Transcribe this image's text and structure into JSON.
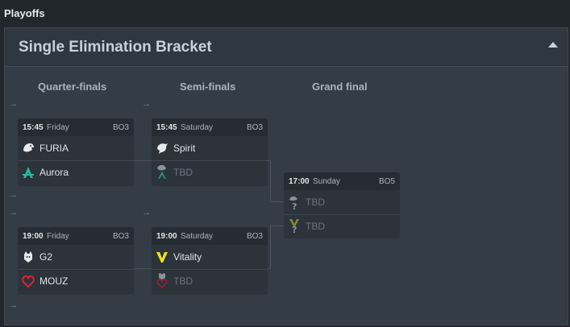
{
  "section_title": "Playoffs",
  "bracket_title": "Single Elimination Bracket",
  "rounds": [
    "Quarter-finals",
    "Semi-finals",
    "Grand final"
  ],
  "arrow_glyph": "→",
  "matches": [
    {
      "time": "15:45",
      "day": "Friday",
      "format": "BO3",
      "team1": "FURIA",
      "team2": "Aurora",
      "team1_icon": "furia-panther-icon",
      "team2_icon": "aurora-logo-icon"
    },
    {
      "time": "19:00",
      "day": "Friday",
      "format": "BO3",
      "team1": "G2",
      "team2": "MOUZ",
      "team1_icon": "g2-logo-icon",
      "team2_icon": "mouz-logo-icon"
    },
    {
      "time": "15:45",
      "day": "Saturday",
      "format": "BO3",
      "team1": "Spirit",
      "team2": "TBD",
      "team1_icon": "spirit-dragon-icon",
      "team2_icon": "tbd-logo-icon"
    },
    {
      "time": "19:00",
      "day": "Saturday",
      "format": "BO3",
      "team1": "Vitality",
      "team2": "TBD",
      "team1_icon": "vitality-bee-icon",
      "team2_icon": "tbd-logo-icon"
    },
    {
      "time": "17:00",
      "day": "Sunday",
      "format": "BO5",
      "team1": "TBD",
      "team2": "TBD",
      "team1_icon": "question-mark-icon",
      "team2_icon": "question-mark-icon"
    }
  ],
  "colors": {
    "accent_aurora": "#2bb5a0",
    "accent_mouz": "#d8253a",
    "accent_vitality": "#f5e21b"
  }
}
